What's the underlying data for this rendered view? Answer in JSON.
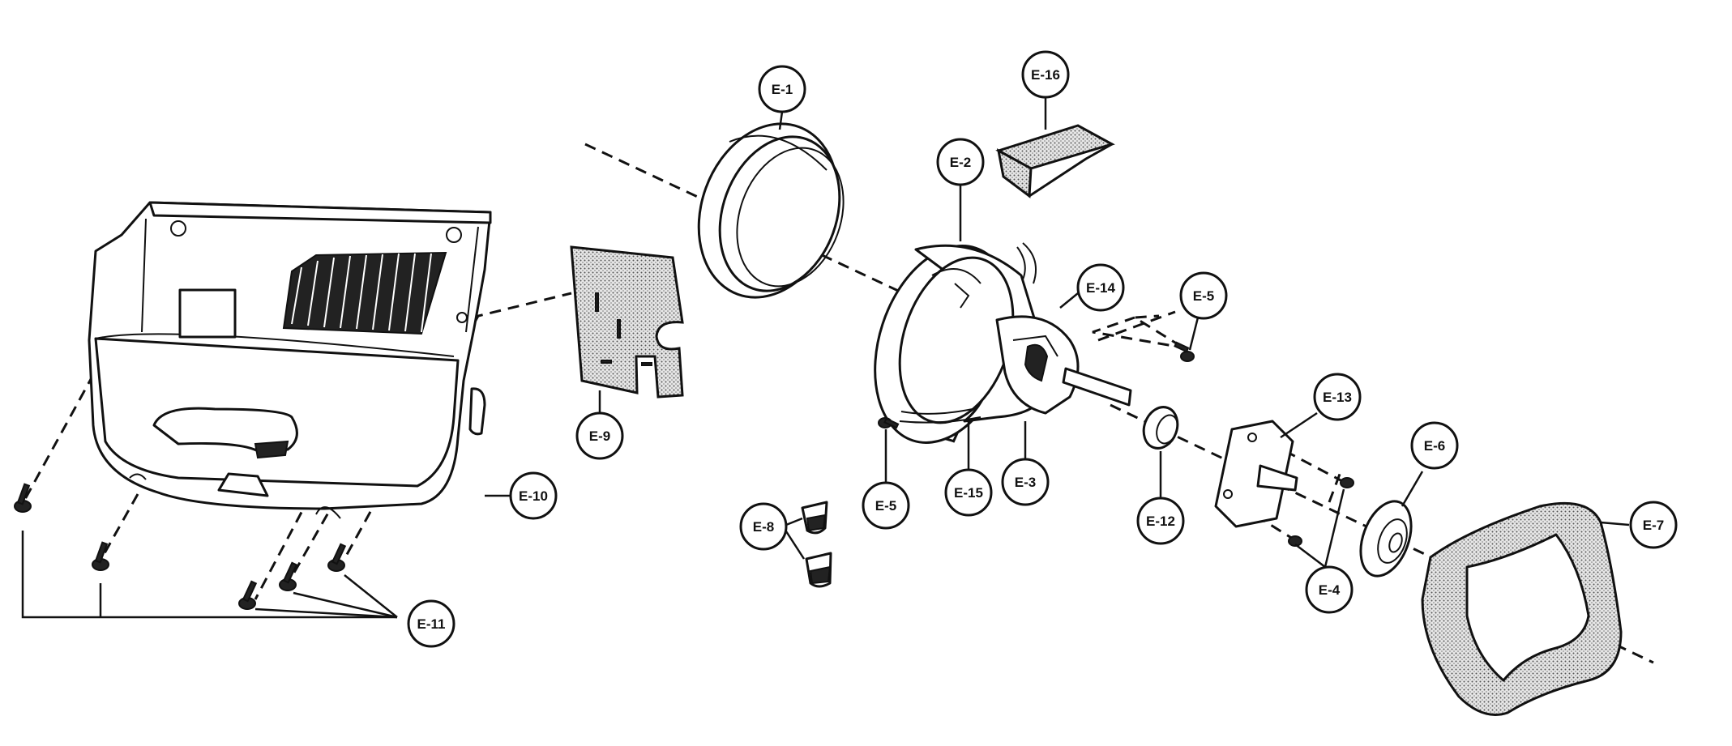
{
  "callouts": {
    "e1": "E-1",
    "e2": "E-2",
    "e3": "E-3",
    "e4": "E-4",
    "e5a": "E-5",
    "e5b": "E-5",
    "e6": "E-6",
    "e7": "E-7",
    "e8": "E-8",
    "e9": "E-9",
    "e10": "E-10",
    "e11": "E-11",
    "e12": "E-12",
    "e13": "E-13",
    "e14": "E-14",
    "e15": "E-15",
    "e16": "E-16"
  }
}
